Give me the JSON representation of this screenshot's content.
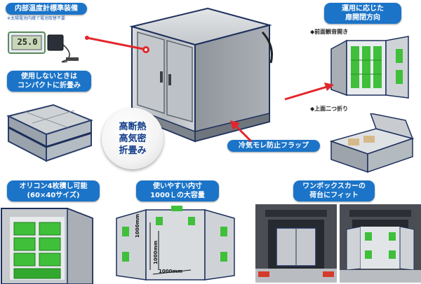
{
  "callouts": {
    "thermometer_title": "内部温度計標準装備",
    "thermometer_note": "※太陽電池内蔵で電池取替不要",
    "compact_line1": "使用しないときは",
    "compact_line2": "コンパクトに折畳み",
    "door_line1": "運用に応じた",
    "door_line2": "扉開閉方向",
    "front_swing": "◆前面観音開き",
    "top_fold": "◆上面二つ折り",
    "flap": "冷気モレ防止フラップ",
    "orikon_line1": "オリコン4枚積し可能",
    "orikon_line2": "(60×40サイズ)",
    "capacity_line1": "使いやすい内寸",
    "capacity_line2": "1000Ｌの大容量",
    "van_line1": "ワンボックスカーの",
    "van_line2": "荷台にフィット"
  },
  "badge": {
    "line1": "高断熱",
    "line2": "高気密",
    "line3": "折畳み"
  },
  "thermometer_display": "25.0",
  "dimensions": {
    "height": "1000mm",
    "width": "1000mm",
    "depth": "1000mm"
  },
  "colors": {
    "accent_blue": "#1b74c8",
    "arrow_red": "#e3262b",
    "badge_text": "#0f3b8a",
    "tray_green": "#3fbf3a"
  }
}
